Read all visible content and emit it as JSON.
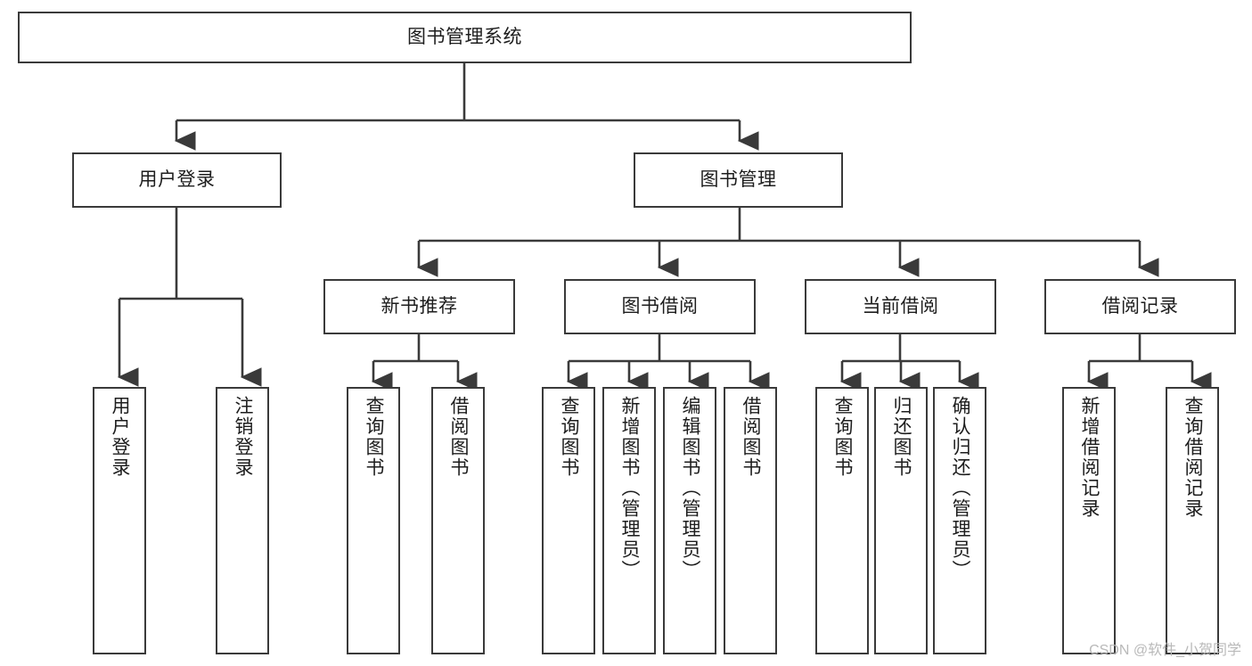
{
  "diagram": {
    "title": "图书管理系统",
    "type": "hierarchy-tree",
    "orientation": "top-down",
    "line_color": "#3a3a3a",
    "box_fill": "#ffffff",
    "text_color": "#1d1d1d"
  },
  "root": {
    "label": "图书管理系统"
  },
  "level2": [
    {
      "label": "用户登录"
    },
    {
      "label": "图书管理"
    }
  ],
  "level3": [
    {
      "label": "新书推荐"
    },
    {
      "label": "图书借阅"
    },
    {
      "label": "当前借阅"
    },
    {
      "label": "借阅记录"
    }
  ],
  "leaves": {
    "user_login": [
      {
        "label": "用户登录"
      },
      {
        "label": "注销登录"
      }
    ],
    "new_book_recommend": [
      {
        "label": "查询图书"
      },
      {
        "label": "借阅图书"
      }
    ],
    "book_borrow": [
      {
        "label": "查询图书"
      },
      {
        "label": "新增图书（管理员）"
      },
      {
        "label": "编辑图书（管理员）"
      },
      {
        "label": "借阅图书"
      }
    ],
    "current_borrow": [
      {
        "label": "查询图书"
      },
      {
        "label": "归还图书"
      },
      {
        "label": "确认归还（管理员）"
      }
    ],
    "borrow_record": [
      {
        "label": "新增借阅记录"
      },
      {
        "label": "查询借阅记录"
      }
    ]
  },
  "watermark": {
    "text": "CSDN @软件_小贺同学"
  }
}
